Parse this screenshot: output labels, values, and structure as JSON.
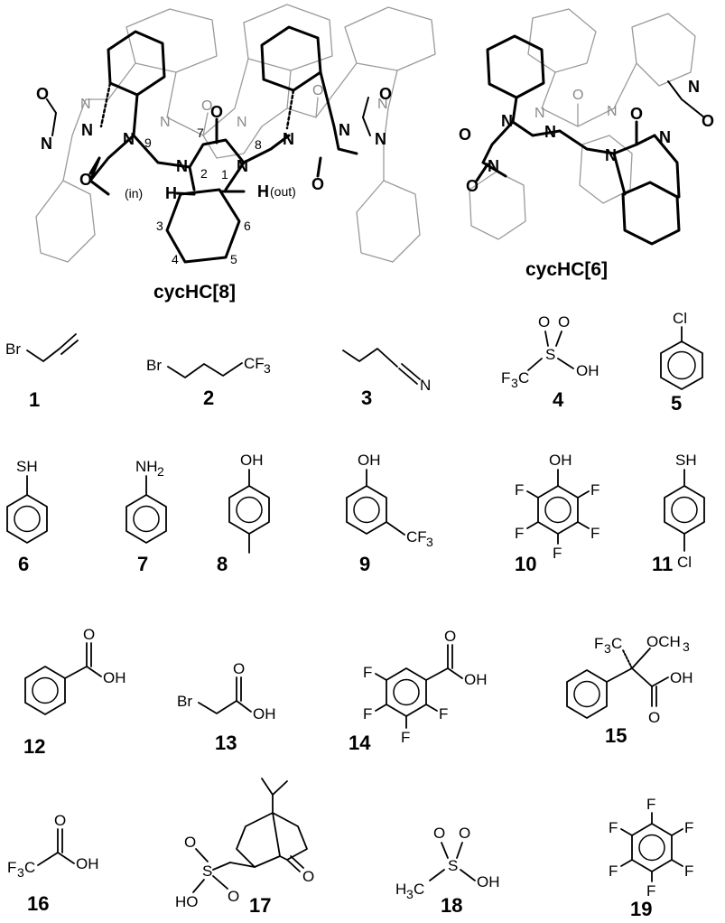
{
  "macrocycles": {
    "cycHC8": "cycHC[8]",
    "cycHC6": "cycHC[6]"
  },
  "cycHC8_labels": {
    "in": "(in)",
    "out": "(out)",
    "n1": "1",
    "n2": "2",
    "n3": "3",
    "n4": "4",
    "n5": "5",
    "n6": "6",
    "n7": "7",
    "n8": "8",
    "n9": "9",
    "H": "H",
    "N": "N",
    "O": "O"
  },
  "compounds": [
    {
      "id": "1"
    },
    {
      "id": "2"
    },
    {
      "id": "3"
    },
    {
      "id": "4"
    },
    {
      "id": "5"
    },
    {
      "id": "6"
    },
    {
      "id": "7"
    },
    {
      "id": "8"
    },
    {
      "id": "9"
    },
    {
      "id": "10"
    },
    {
      "id": "11"
    },
    {
      "id": "12"
    },
    {
      "id": "13"
    },
    {
      "id": "14"
    },
    {
      "id": "15"
    },
    {
      "id": "16"
    },
    {
      "id": "17"
    },
    {
      "id": "18"
    },
    {
      "id": "19"
    }
  ],
  "atoms": {
    "Br": "Br",
    "CF3": "CF",
    "sub3": "3",
    "N": "N",
    "O": "O",
    "OH": "OH",
    "F3C": "F",
    "F3C_tail": "C",
    "S": "S",
    "Cl": "Cl",
    "SH": "SH",
    "NH2": "NH",
    "sub2": "2",
    "F": "F",
    "HO": "HO",
    "H3C": "H",
    "H3C_tail": "C",
    "OCH3": "OCH",
    "F3C_15": "F"
  }
}
